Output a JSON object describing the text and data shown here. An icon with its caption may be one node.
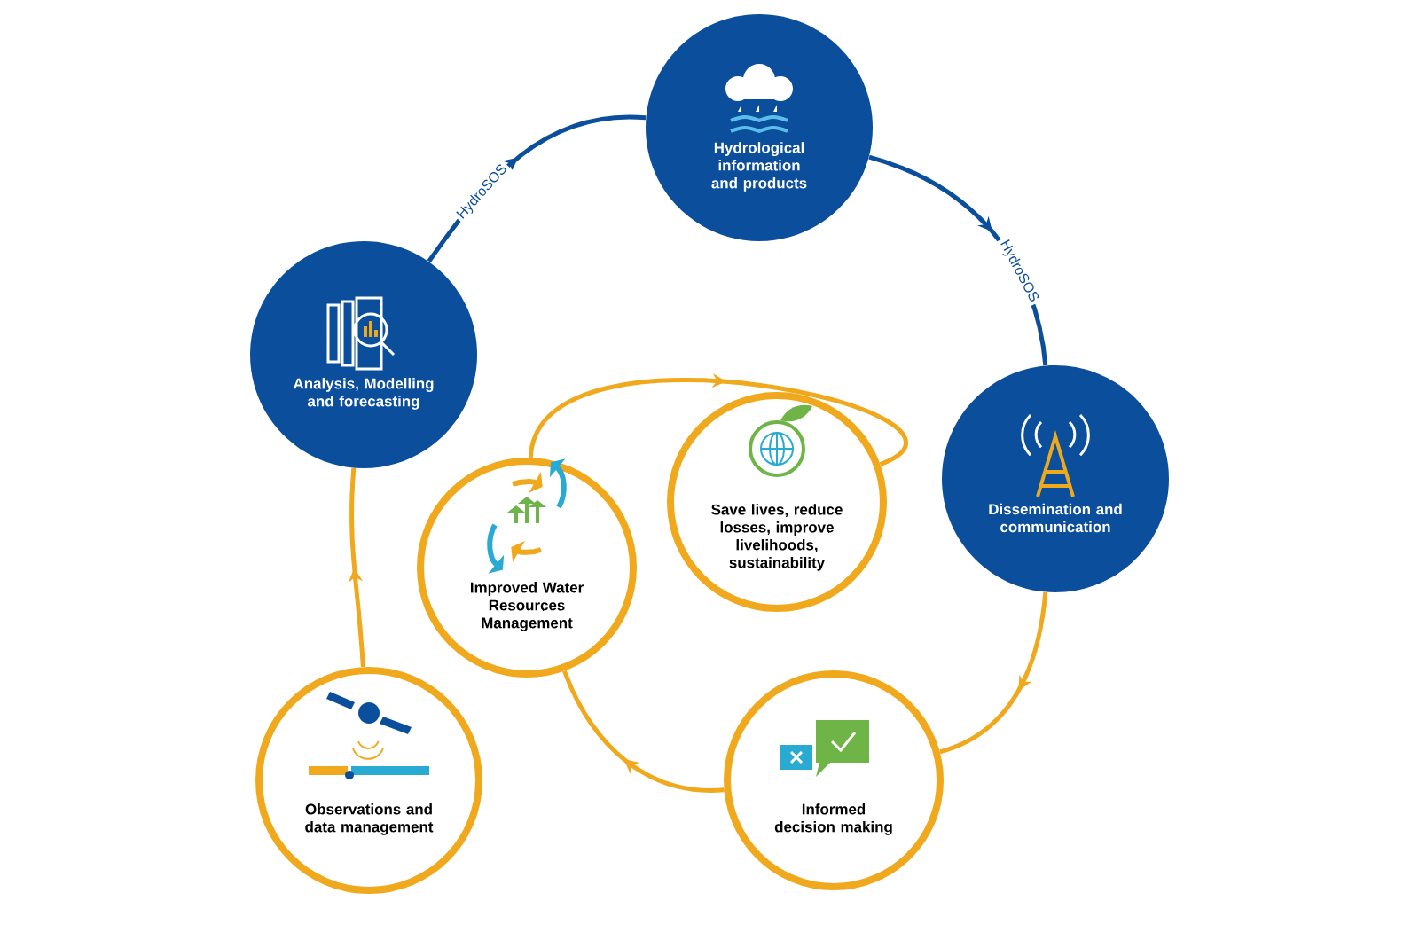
{
  "diagram": {
    "nodes": [
      {
        "text": [
          "Hydrological information and products"
        ]
      },
      {
        "text": [
          "Analysis, Modelling and forecasting"
        ]
      },
      {
        "text": [
          "Dissemination and communication"
        ]
      },
      {
        "text": [
          "Save lives, reduce losses, improve livelihoods, sustainability"
        ]
      },
      {
        "text": [
          "Improved Water Resources Management"
        ]
      },
      {
        "text": [
          "Informed decision making"
        ]
      },
      {
        "text": [
          "Observations and data management"
        ]
      }
    ],
    "edges": [
      {
        "from": 1,
        "to": 0,
        "arrow": "to",
        "label": "HydroSOS",
        "color": "#0b4f9c"
      },
      {
        "from": 0,
        "to": 2,
        "arrow": "to",
        "label": "HydroSOS",
        "color": "#0b4f9c"
      },
      {
        "from": 2,
        "to": 5,
        "arrow": "to"
      },
      {
        "from": 5,
        "to": 4,
        "arrow": "to"
      },
      {
        "from": 6,
        "to": 1,
        "arrow": "to"
      },
      {
        "from": 4,
        "to": 3,
        "arrow": "to"
      }
    ]
  }
}
